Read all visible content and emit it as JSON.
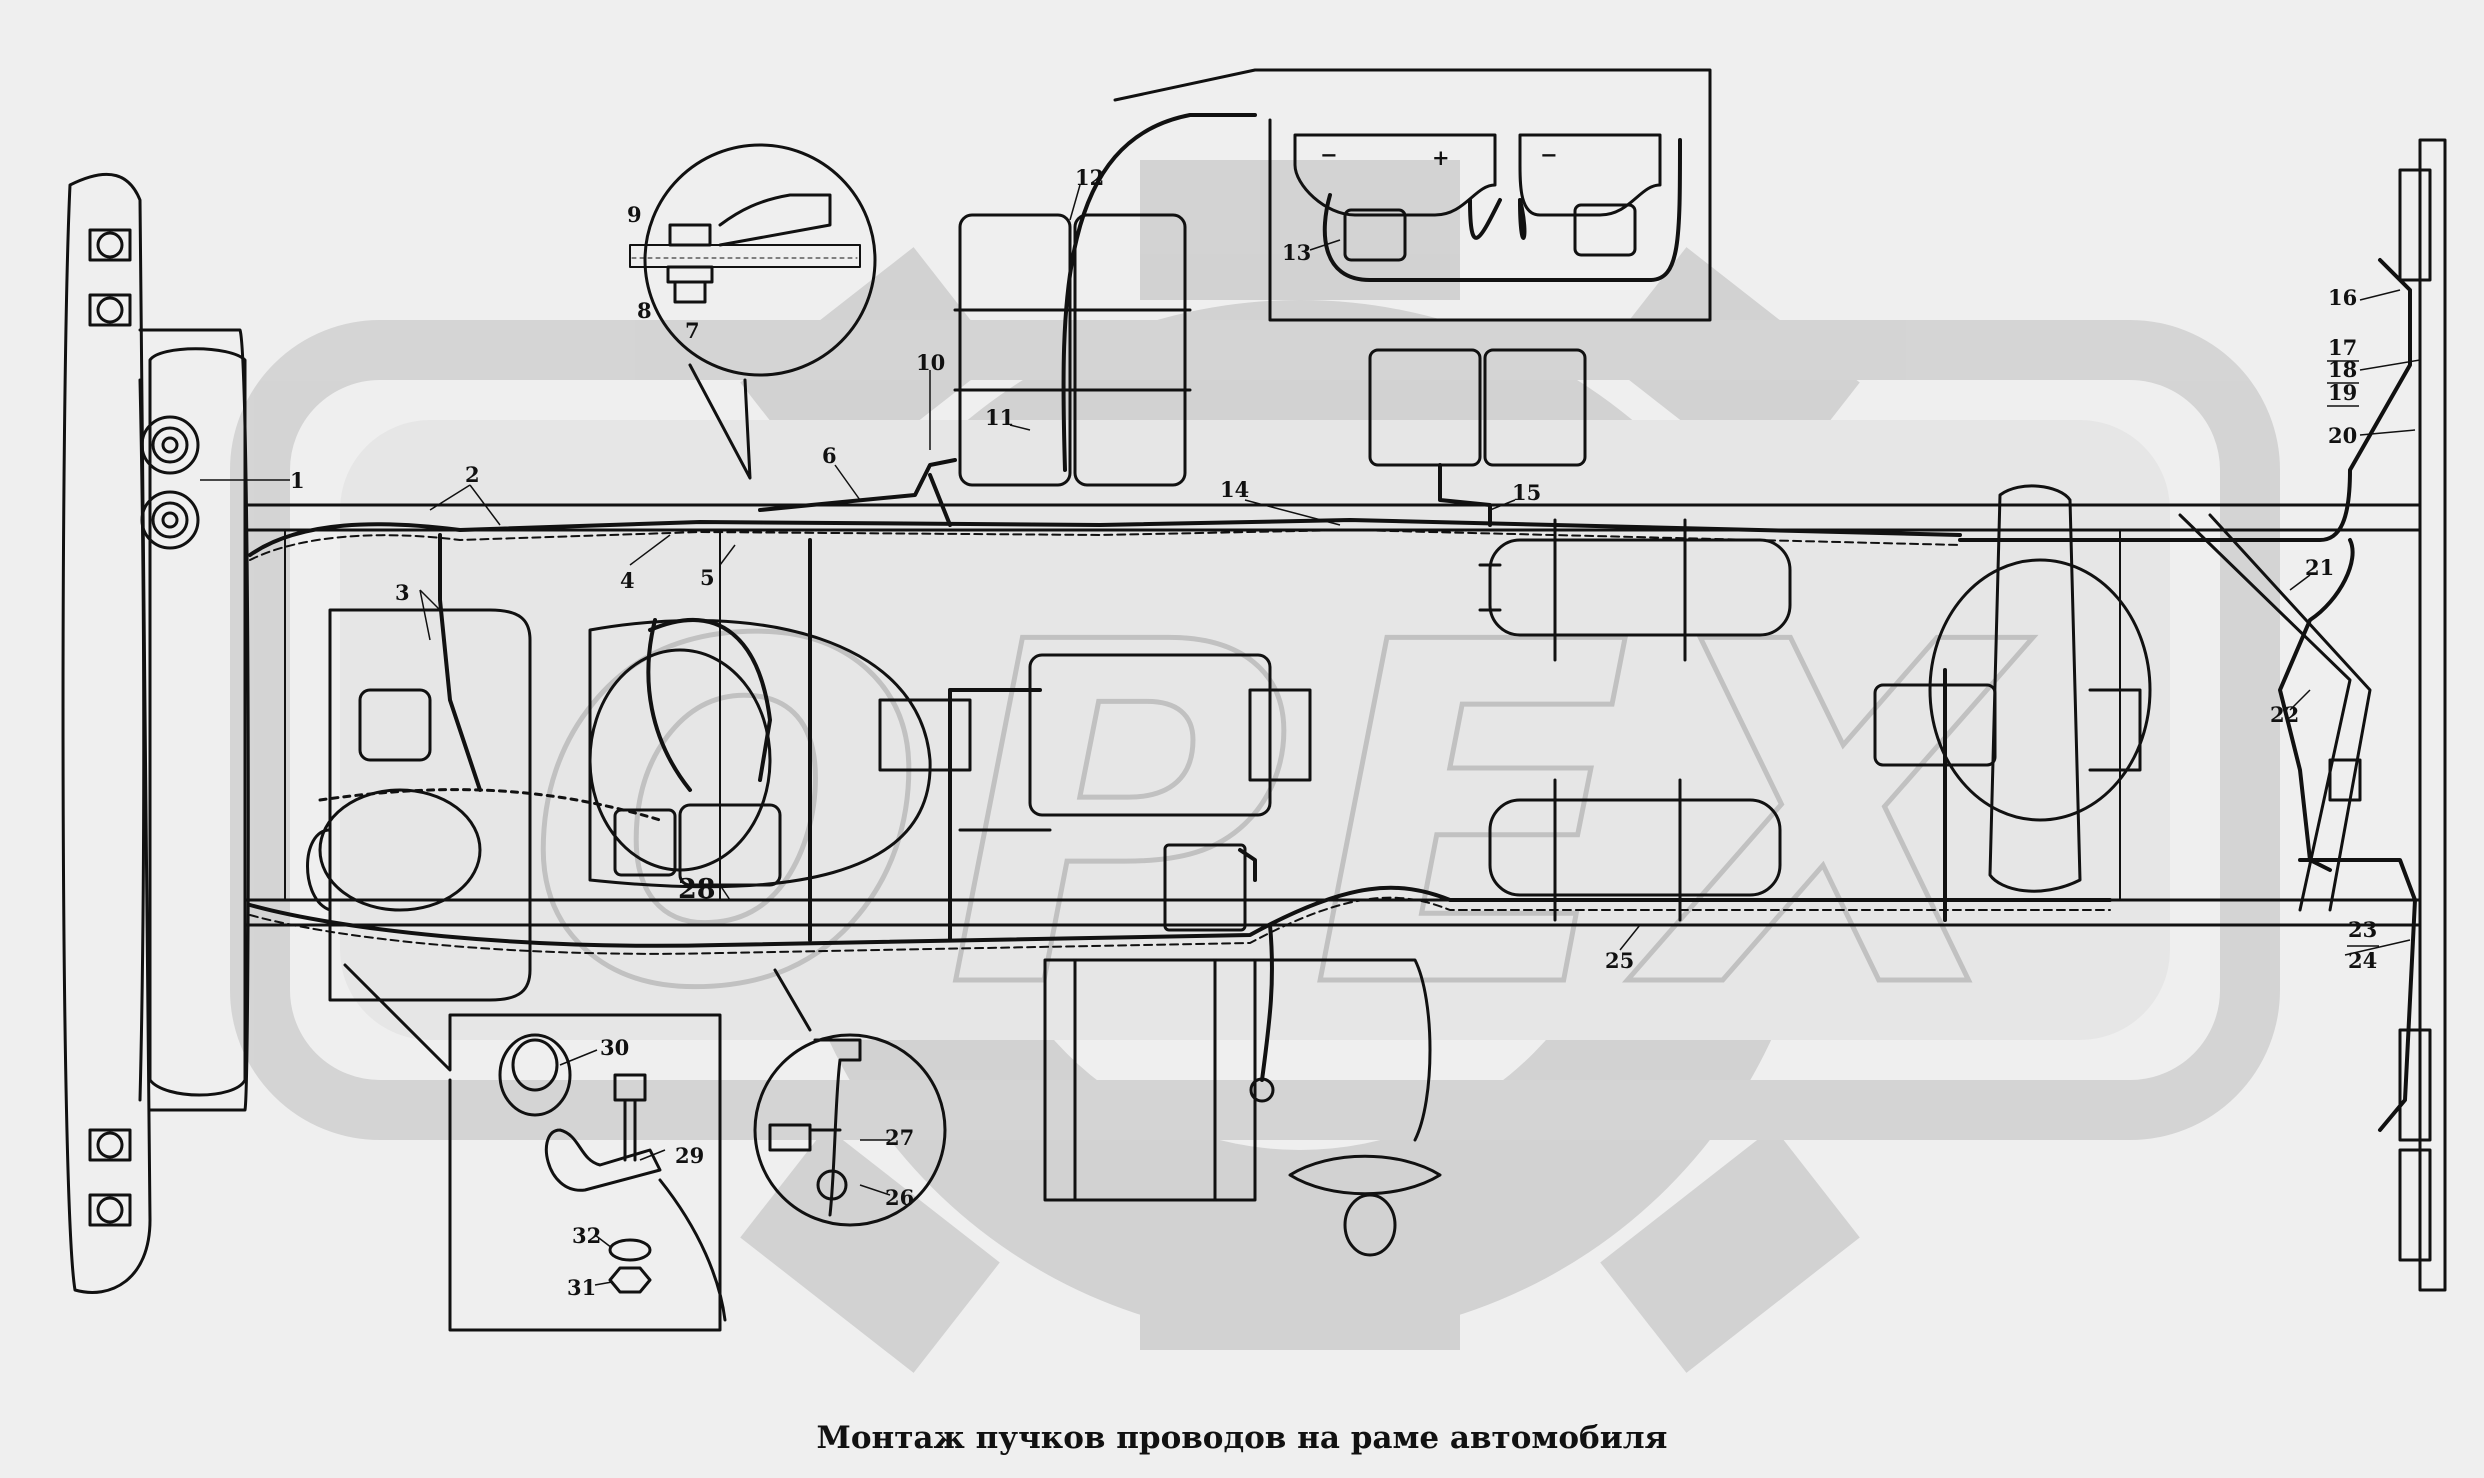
{
  "caption": "Монтаж пучков проводов на  раме автомобиля",
  "watermark": {
    "text": "OPEX",
    "color": "#c8c8c8"
  },
  "colors": {
    "background": "#efefef",
    "ink": "#111111",
    "watermark": "#c8c8c8"
  },
  "callouts": {
    "c1": "1",
    "c2": "2",
    "c3": "3",
    "c4": "4",
    "c5": "5",
    "c6": "6",
    "c7": "7",
    "c8": "8",
    "c9": "9",
    "c10": "10",
    "c11": "11",
    "c12": "12",
    "c13": "13",
    "c14": "14",
    "c15": "15",
    "c16": "16",
    "c17": "17",
    "c18": "18",
    "c19": "19",
    "c20": "20",
    "c21": "21",
    "c22": "22",
    "c23": "23",
    "c24": "24",
    "c25": "25",
    "c26": "26",
    "c27": "27",
    "c28": "28",
    "c29": "29",
    "c30": "30",
    "c31": "31",
    "c32": "32"
  },
  "battery_terminals": {
    "minus": "−",
    "plus": "+"
  }
}
